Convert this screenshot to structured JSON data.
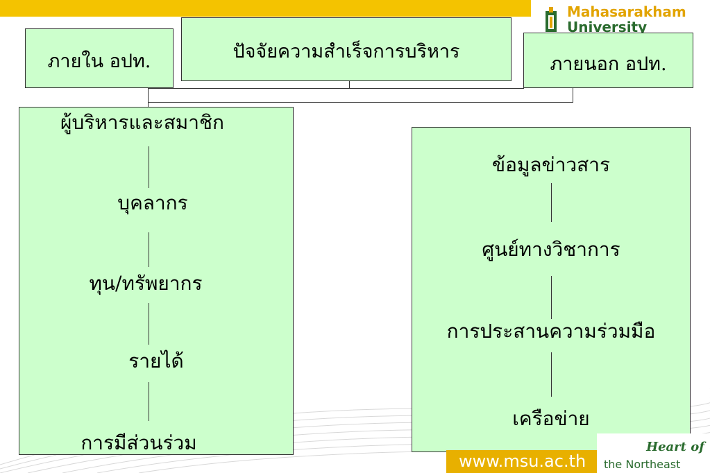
{
  "header": {
    "logo_name": "Mahasarakham",
    "logo_sub": "University"
  },
  "diagram": {
    "title": "ปัจจัยความสำเร็จการบริหาร",
    "inner_label": "ภายใน อปท.",
    "outer_label": "ภายนอก อปท.",
    "inner_items": [
      "ผู้บริหารและสมาชิก",
      "บุคลากร",
      "ทุน/ทรัพยากร",
      "รายได้",
      "การมีส่วนร่วม"
    ],
    "outer_items": [
      "ข้อมูลข่าวสาร",
      "ศูนย์ทางวิชาการ",
      "การประสานความร่วมมือ",
      "เครือข่าย"
    ]
  },
  "footer": {
    "url": "www.msu.ac.th",
    "tagline_1": "Heart of",
    "tagline_2": "the Northeast"
  },
  "colors": {
    "box_fill": "#ccffcc",
    "accent_yellow": "#f4c300",
    "brand_green": "#2a6b2e"
  }
}
